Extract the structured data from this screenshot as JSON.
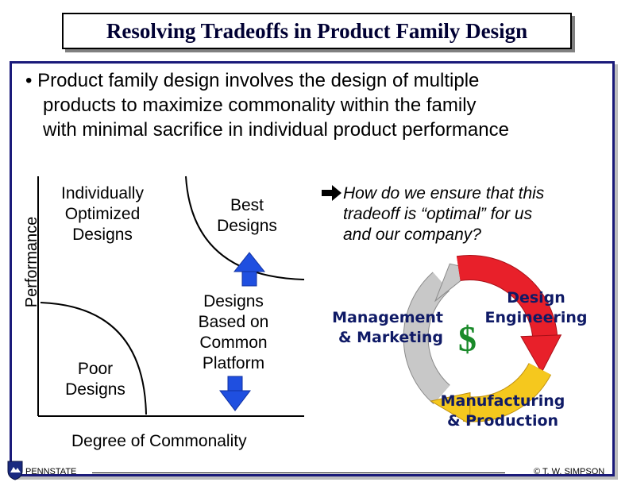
{
  "title": "Resolving Tradeoffs in Product Family Design",
  "bullet": {
    "marker": "•",
    "lines": [
      "Product family design involves the design of multiple",
      "products to maximize commonality within the family",
      "with minimal sacrifice in individual product performance"
    ]
  },
  "tradeoff_chart": {
    "y_axis_label": "Performance",
    "x_axis_label": "Degree of Commonality",
    "regions": {
      "top_left": [
        "Individually",
        "Optimized",
        "Designs"
      ],
      "top_right": [
        "Best",
        "Designs"
      ],
      "bottom_left": [
        "Poor",
        "Designs"
      ],
      "bottom_right": [
        "Designs",
        "Based on",
        "Common",
        "Platform"
      ]
    },
    "arrow_color": "#1f4fe0"
  },
  "question": {
    "lines": [
      "How do we ensure that this",
      "tradeoff is “optimal” for us",
      "and our company?"
    ]
  },
  "cycle": {
    "center_symbol": "$",
    "management": [
      "Management",
      "& Marketing"
    ],
    "engineering": [
      "Design",
      "Engineering"
    ],
    "manufacturing": [
      "Manufacturing",
      "& Production"
    ],
    "colors": {
      "engineering": "#e8202a",
      "manufacturing": "#f5c81e",
      "management": "#c8c8c8",
      "text": "#0f1a66",
      "dollar": "#1a8a2a"
    }
  },
  "footer": {
    "logo_text": "PENNSTATE",
    "copyright": "© T. W. SIMPSON"
  }
}
